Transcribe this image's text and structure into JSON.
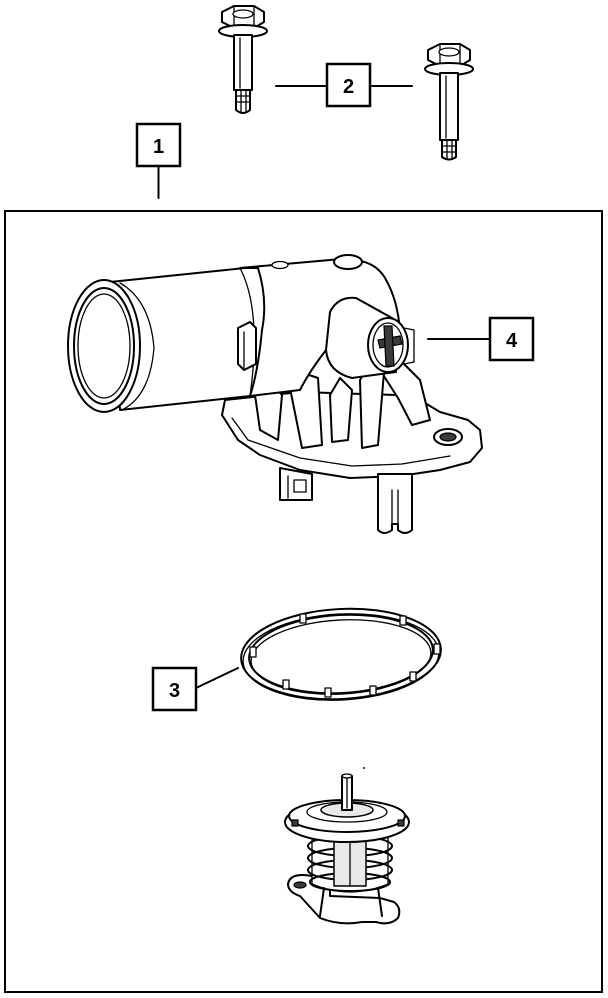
{
  "callouts": [
    {
      "id": "1",
      "label": "1"
    },
    {
      "id": "2",
      "label": "2"
    },
    {
      "id": "3",
      "label": "3"
    },
    {
      "id": "4",
      "label": "4"
    }
  ],
  "parts": [
    {
      "callout": "1",
      "icon": "thermostat-housing-assembly-frame"
    },
    {
      "callout": "2",
      "icon": "flange-bolt"
    },
    {
      "callout": "3",
      "icon": "seal-ring"
    },
    {
      "callout": "4",
      "icon": "thermostat-housing"
    },
    {
      "callout": "",
      "icon": "thermostat"
    }
  ]
}
